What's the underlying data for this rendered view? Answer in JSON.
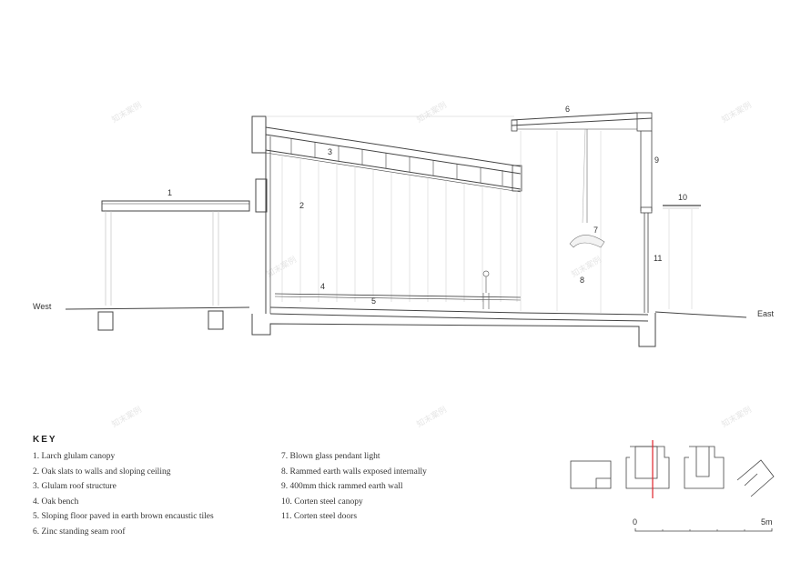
{
  "section": {
    "west_label": "West",
    "east_label": "East",
    "callouts": [
      "1",
      "2",
      "3",
      "4",
      "5",
      "6",
      "7",
      "8",
      "9",
      "10",
      "11"
    ]
  },
  "key": {
    "title": "KEY",
    "items_left": [
      "1. Larch glulam canopy",
      "2. Oak slats to walls and sloping ceiling",
      "3. Glulam roof structure",
      "4. Oak bench",
      "5. Sloping floor paved in earth brown encaustic tiles",
      "6. Zinc standing seam roof"
    ],
    "items_right": [
      "7. Blown glass pendant light",
      "8. Rammed earth walls exposed internally",
      "9. 400mm thick rammed earth wall",
      "10. Corten steel canopy",
      "11. Corten steel doors"
    ]
  },
  "scale_bar": {
    "start_label": "0",
    "end_label": "5m"
  },
  "colors": {
    "line": "#444444",
    "section_cut": "#e0232a",
    "watermark": "#e6e6e6"
  }
}
